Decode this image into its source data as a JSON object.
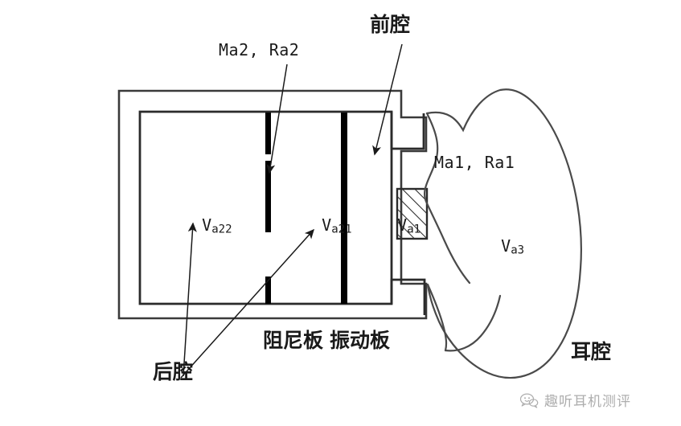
{
  "diagram": {
    "title_implied": "Earphone acoustic cavity schematic",
    "labels": {
      "ma2_ra2": "Ma2, Ra2",
      "ma1_ra1": "Ma1, Ra1",
      "front_cavity": "前腔",
      "rear_cavity": "后腔",
      "ear_cavity": "耳腔",
      "damping_plate": "阻尼板",
      "vibration_plate": "振动板",
      "va22": {
        "base": "V",
        "sub": "a22"
      },
      "va21": {
        "base": "V",
        "sub": "a21"
      },
      "va1": {
        "base": "V",
        "sub": "a1"
      },
      "va3": {
        "base": "V",
        "sub": "a3"
      }
    },
    "colors": {
      "line": "#2b2b2b",
      "plate": "#000000",
      "background": "#ffffff",
      "watermark": "#6b6b6b"
    },
    "components": [
      {
        "name": "outer-housing-wall",
        "type": "rectangle-outline"
      },
      {
        "name": "inner-housing-wall",
        "type": "rectangle-outline"
      },
      {
        "name": "damping-plate",
        "type": "vertical-bar",
        "segmented": true
      },
      {
        "name": "vibration-plate",
        "type": "vertical-bar",
        "segmented": false
      },
      {
        "name": "sound-nozzle",
        "type": "stepped-channel"
      },
      {
        "name": "acoustic-mesh-block",
        "type": "hatched-rectangle"
      },
      {
        "name": "ear-canal-outline",
        "type": "freeform-curve"
      }
    ],
    "leader_arrows": [
      {
        "name": "arrow-to-damping-plate",
        "from_label": "Ma2, Ra2",
        "direction": "down-left"
      },
      {
        "name": "arrow-to-front-cavity",
        "from_label": "前腔",
        "direction": "down-left"
      },
      {
        "name": "arrow-to-va22",
        "from_label": "后腔",
        "direction": "up"
      },
      {
        "name": "arrow-to-va21",
        "from_label": "后腔",
        "direction": "up-right"
      }
    ]
  },
  "watermark": {
    "text": "趣听耳机测评",
    "icon": "chat-face-icon"
  }
}
